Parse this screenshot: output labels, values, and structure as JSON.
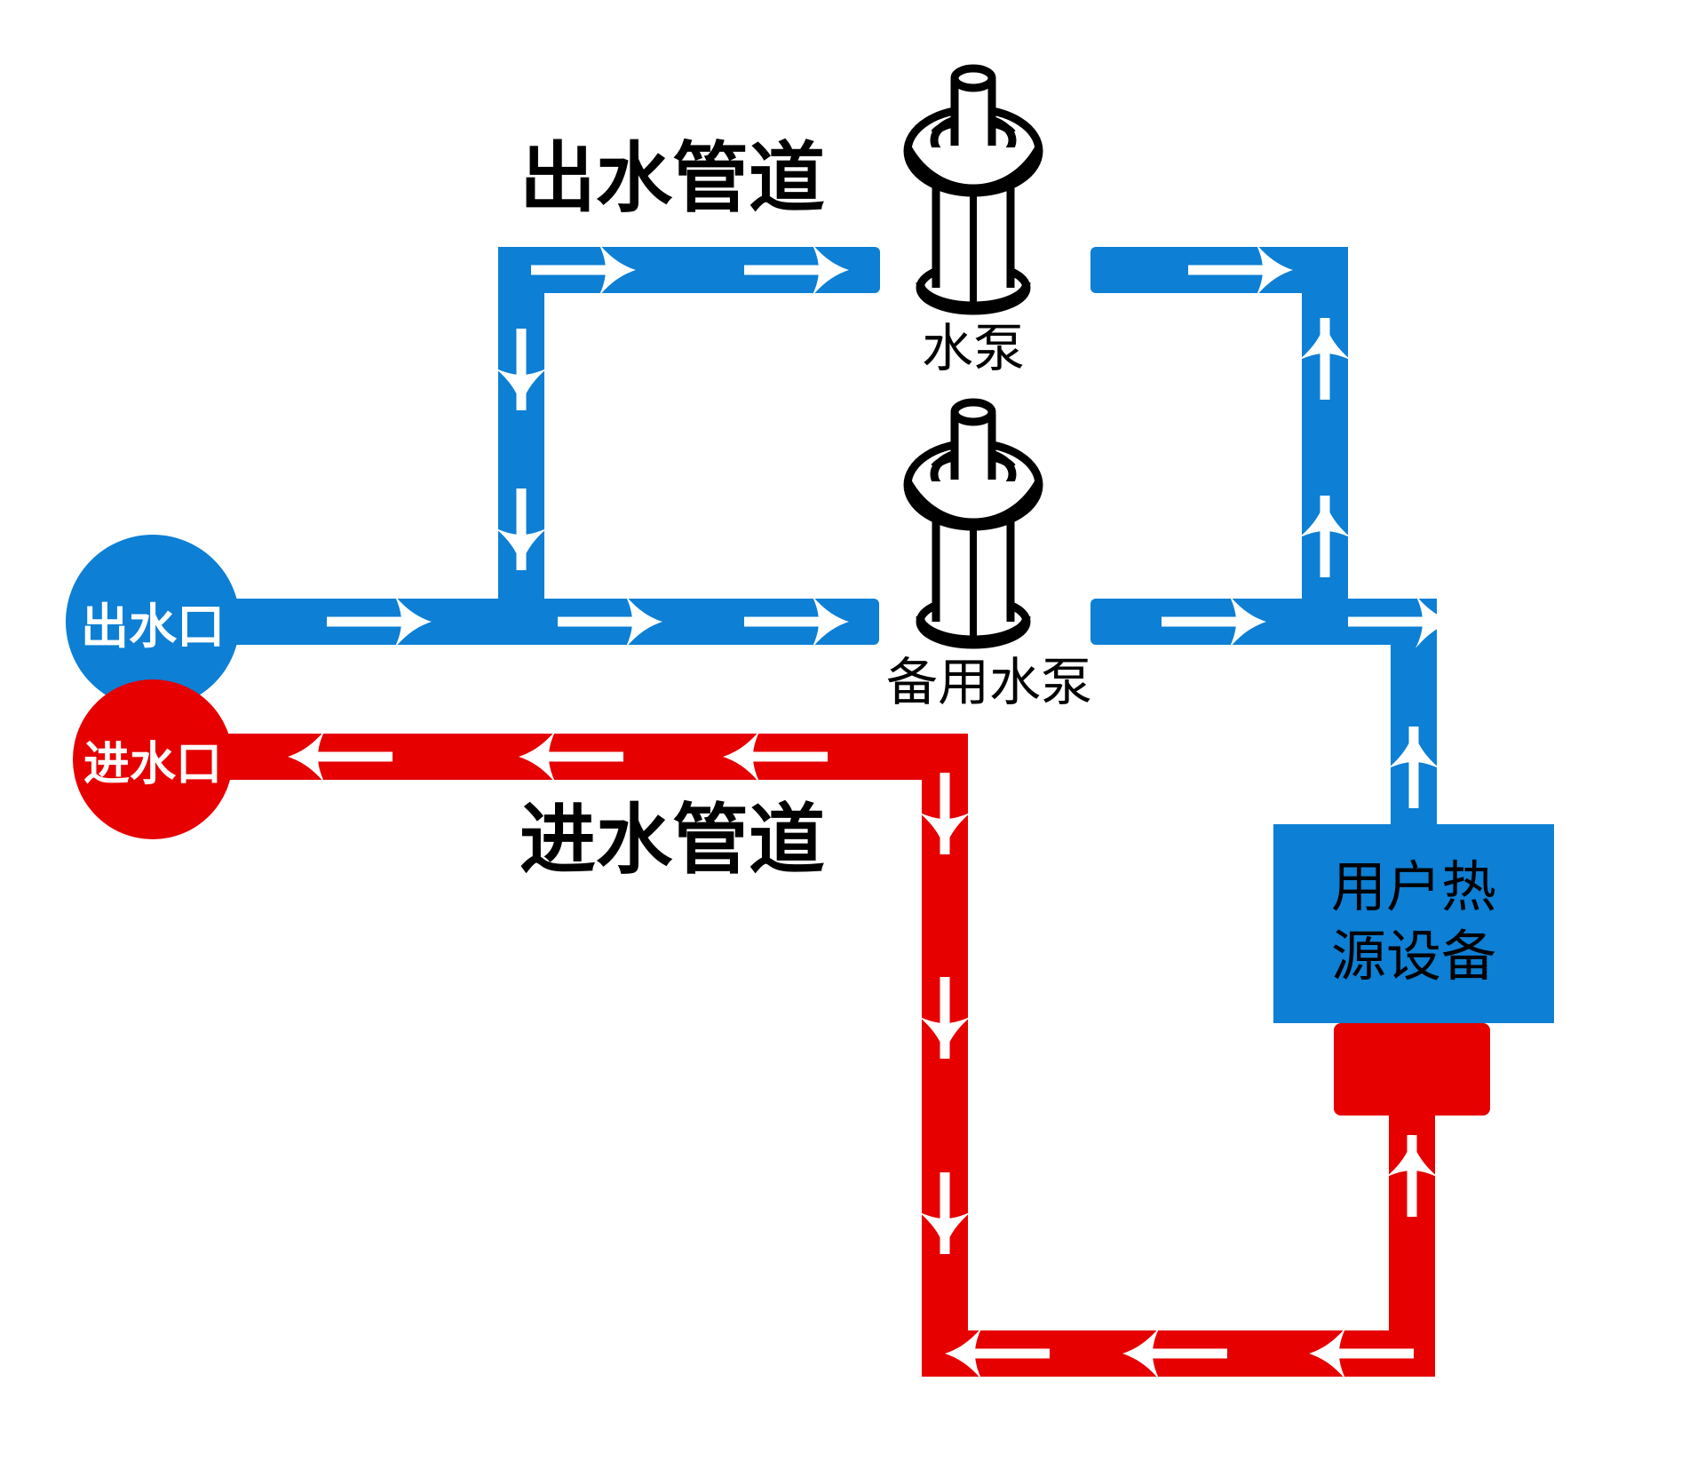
{
  "diagram": {
    "title_outlet_pipe": "出水管道",
    "title_inlet_pipe": "进水管道",
    "colors": {
      "supply_blue": "#0d7fd4",
      "return_red": "#e60000",
      "arrow_white": "#ffffff",
      "text_black": "#000000",
      "background": "#ffffff"
    },
    "nodes": {
      "outlet_port": "出水口",
      "inlet_port": "进水口",
      "heat_source_line1": "用户热",
      "heat_source_line2": "源设备",
      "heat_source_full": "用户热源设备"
    },
    "equipment": [
      {
        "name": "水泵",
        "icon": "pump-icon"
      },
      {
        "name": "备用水泵",
        "icon": "pump-icon"
      }
    ]
  }
}
